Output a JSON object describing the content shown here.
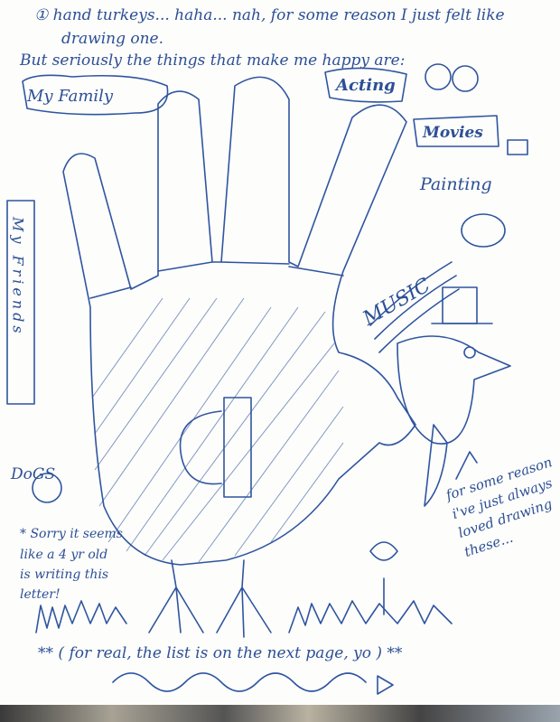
{
  "letter": {
    "line1": "① hand turkeys... haha... nah, for some reason I just felt like",
    "line2": "drawing one.",
    "line3": "But seriously the things that make me happy are:",
    "labels": {
      "family": "My Family",
      "acting": "Acting",
      "movies": "Movies",
      "painting": "Painting",
      "music": "MUSIC",
      "friends": "My Friends",
      "dogs": "DoGS"
    },
    "side_note": [
      "for some reason",
      "i've just always",
      "loved drawing",
      "these..."
    ],
    "apology": [
      "* Sorry it seems",
      "like a 4 yr old",
      "is writing this",
      "letter!"
    ],
    "footer": "** ( for real, the list is on the next page, yo ) **"
  },
  "colors": {
    "ink": "#2f55a0",
    "paper": "#fdfdfb"
  }
}
